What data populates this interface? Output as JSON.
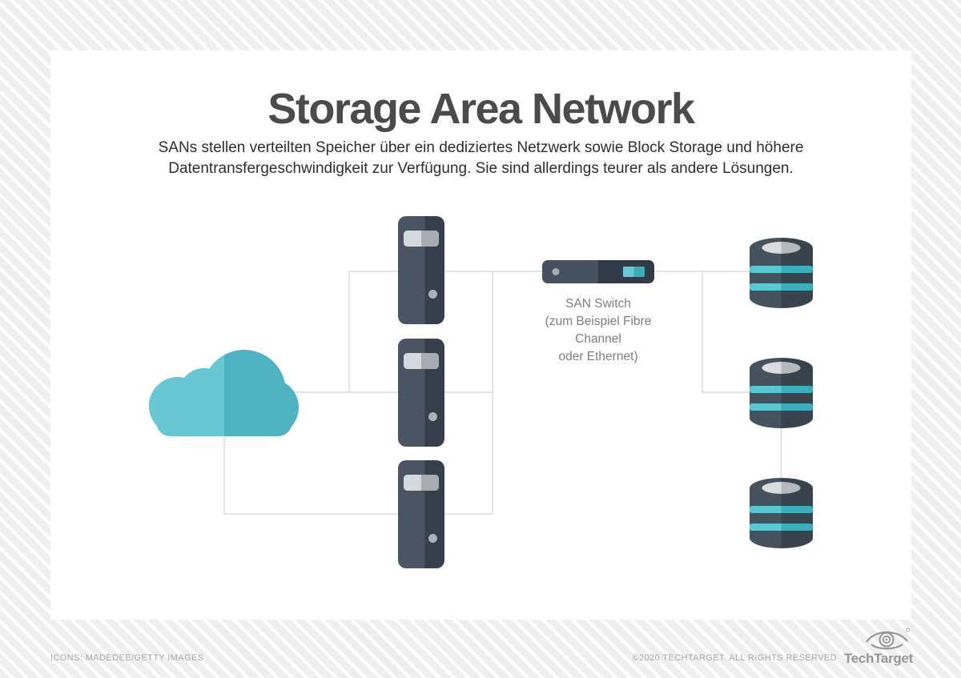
{
  "header": {
    "title": "Storage Area Network",
    "subtitle": "SANs stellen verteilten Speicher über ein dediziertes Netzwerk sowie Block Storage und höhere\nDatentransfergeschwindigkeit zur Verfügung. Sie sind allerdings teurer als andere Lösungen."
  },
  "diagram": {
    "switch_label": "SAN Switch\n(zum Beispiel Fibre\nChannel\noder Ethernet)",
    "icons": {
      "cloud": {
        "name": "cloud-icon",
        "count": 1
      },
      "servers": {
        "name": "server-icon",
        "count": 3
      },
      "switch": {
        "name": "san-switch-icon",
        "count": 1
      },
      "storage": {
        "name": "storage-array-icon",
        "count": 3
      }
    },
    "colors": {
      "cloud_teal_light": "#68C7D2",
      "cloud_teal_dark": "#4FB3C1",
      "slate_light": "#4A5462",
      "slate_dark": "#363F4B",
      "switch_body_dark": "#303B47",
      "band_teal_light": "#5BC7D3",
      "band_teal_dark": "#3CAEBC",
      "slot_gray_light": "#D6D9DD",
      "slot_gray_dark": "#A9ADB3",
      "connector_line": "#D5D1CE"
    }
  },
  "footer": {
    "credits": "ICONS: MADEDEE/GETTY IMAGES",
    "copyright": "©2020 TECHTARGET. ALL RIGHTS RESERVED",
    "brand_name": "TechTarget"
  }
}
